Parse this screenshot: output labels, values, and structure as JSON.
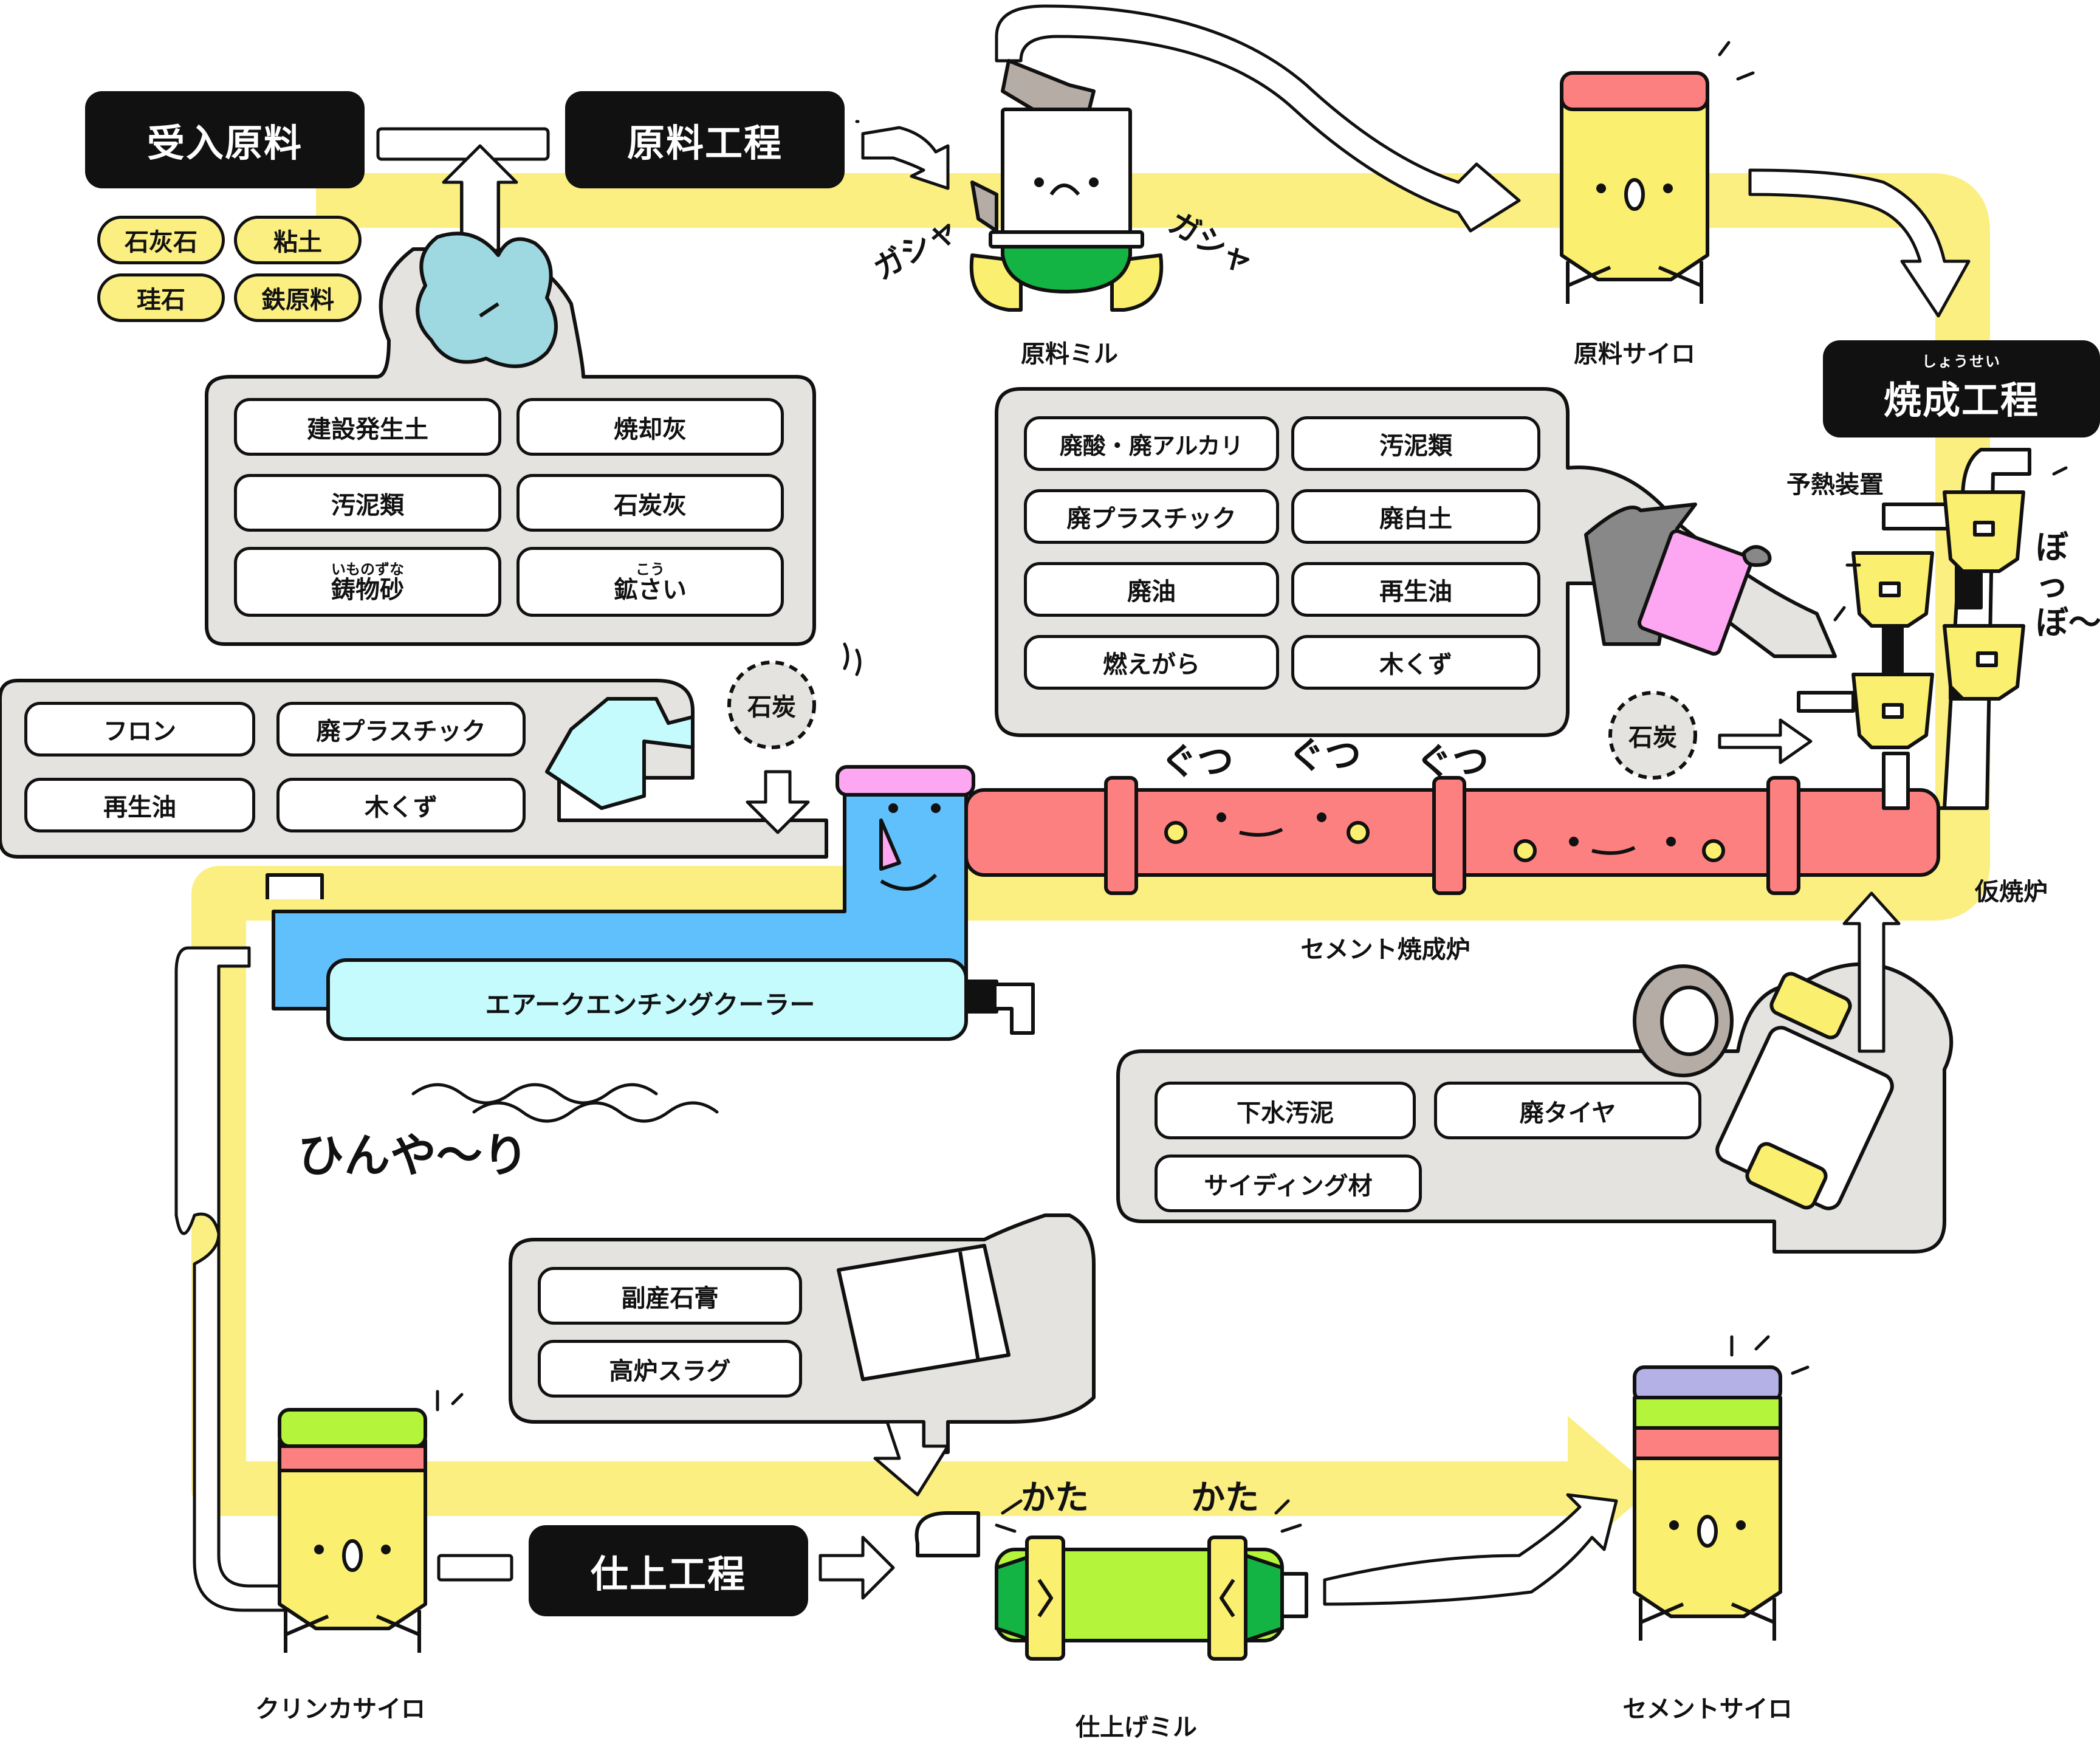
{
  "headers": {
    "receive": "受入原料",
    "raw_process": "原料工程",
    "burn_process": "焼成工程",
    "burn_process_ruby": "しょうせい",
    "finish_process": "仕上工程"
  },
  "raw_materials": [
    "石灰石",
    "粘土",
    "珪石",
    "鉄原料"
  ],
  "recycled_group_1": [
    {
      "text": "建設発生土",
      "ruby": ""
    },
    {
      "text": "焼却灰",
      "ruby": ""
    },
    {
      "text": "汚泥類",
      "ruby": ""
    },
    {
      "text": "石炭灰",
      "ruby": ""
    },
    {
      "text": "鋳物砂",
      "ruby": "いものずな"
    },
    {
      "text": "鉱さい",
      "ruby": "こう"
    }
  ],
  "recycled_group_2": [
    "廃酸・廃アルカリ",
    "汚泥類",
    "廃プラスチック",
    "廃白土",
    "廃油",
    "再生油",
    "燃えがら",
    "木くず"
  ],
  "fuel_group_1": [
    "フロン",
    "廃プラスチック",
    "再生油",
    "木くず"
  ],
  "fuel_group_3": [
    "下水汚泥",
    "廃タイヤ",
    "サイディング材"
  ],
  "finish_group": [
    "副産石膏",
    "高炉スラグ"
  ],
  "coal_label_1": "石炭",
  "coal_label_2": "石炭",
  "equipment": {
    "raw_mill": "原料ミル",
    "raw_silo": "原料サイロ",
    "preheater": "予熱装置",
    "calciner": "仮焼炉",
    "kiln": "セメント焼成炉",
    "cooler": "エアークエンチングクーラー",
    "clinker_silo": "クリンカサイロ",
    "finish_mill": "仕上げミル",
    "cement_silo": "セメントサイロ"
  },
  "onomatopoeia": {
    "crush_1": "ガシャ",
    "crush_2": "ガシャ",
    "kiln_1": "ぐつ",
    "kiln_2": "ぐつ",
    "kiln_3": "ぐつ",
    "preheater": "ぼっぼ〜",
    "cooler": "ひんや〜り",
    "mill_1": "かた",
    "mill_2": "かた"
  },
  "colors": {
    "flow_yellow": "#fbef82",
    "panel_gray": "#e4e3e0",
    "kiln_red": "#fd8080",
    "cooler_blue": "#5fc0fb",
    "cooler_light": "#c6fbfd",
    "silo_yellow": "#fbef6f",
    "mill_green": "#b4f53c",
    "accent_green": "#14b444",
    "purple": "#b3b1e6",
    "pink": "#fda6f2",
    "char_blue": "#9ed8e1"
  }
}
